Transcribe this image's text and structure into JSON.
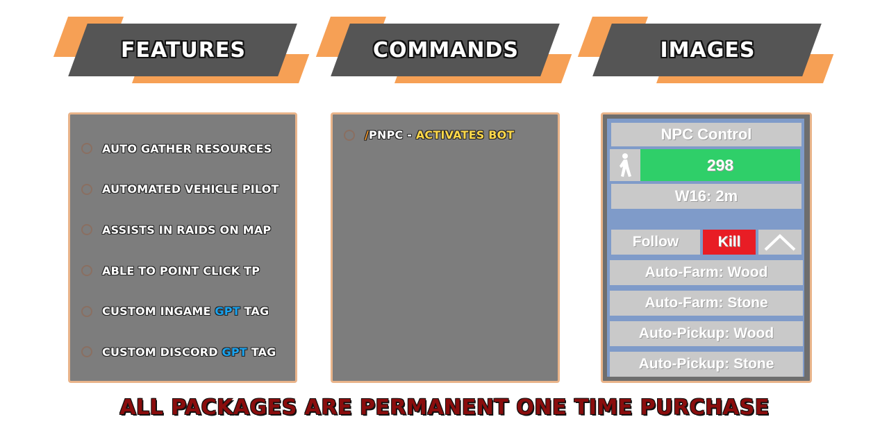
{
  "banners": {
    "features": "FEATURES",
    "commands": "COMMANDS",
    "images": "IMAGES"
  },
  "features": {
    "items": [
      {
        "before": "AUTO GATHER RESOURCES",
        "highlight": "",
        "after": ""
      },
      {
        "before": "AUTOMATED VEHICLE PILOT",
        "highlight": "",
        "after": ""
      },
      {
        "before": "ASSISTS IN RAIDS ON MAP",
        "highlight": "",
        "after": ""
      },
      {
        "before": "ABLE TO POINT CLICK TP",
        "highlight": "",
        "after": ""
      },
      {
        "before": "CUSTOM INGAME ",
        "highlight": "GPT",
        "after": " TAG"
      },
      {
        "before": "CUSTOM DISCORD ",
        "highlight": "GPT",
        "after": " TAG"
      }
    ]
  },
  "commands": {
    "slash": "/",
    "name": "PNPC",
    "separator": " - ",
    "description": "ACTIVATES BOT"
  },
  "npc_control": {
    "title": "NPC Control",
    "walk_icon": "walking-person-icon",
    "count": "298",
    "timer": "W16: 2m",
    "follow_label": "Follow",
    "kill_label": "Kill",
    "collapse_icon": "chevron-up-icon",
    "actions": [
      "Auto-Farm: Wood",
      "Auto-Farm: Stone",
      "Auto-Pickup: Wood",
      "Auto-Pickup: Stone"
    ]
  },
  "footer": {
    "text": "ALL PACKAGES ARE PERMANENT ONE TIME PURCHASE"
  },
  "colors": {
    "accent": "#f6a055",
    "plate": "#555555",
    "panel": "#7d7d7d",
    "gpt": "#1ba3ee",
    "command_desc": "#ffd84a",
    "kill": "#e81d25",
    "count_bar": "#2fcf69",
    "footer_text": "#8a0d0d"
  }
}
